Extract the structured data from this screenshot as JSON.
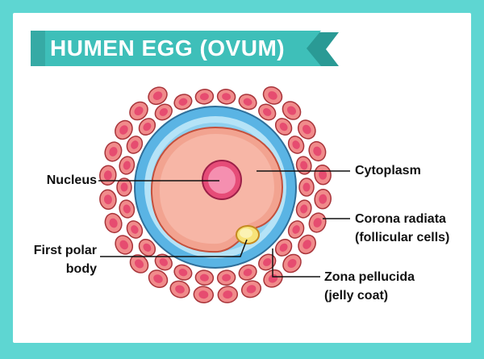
{
  "title": "HUMEN EGG (OVUM)",
  "labels": {
    "nucleus": "Nucleus",
    "cytoplasm": "Cytoplasm",
    "corona_line1": "Corona radiata",
    "corona_line2": "(follicular cells)",
    "polar_line1": "First polar",
    "polar_line2": "body",
    "zona_line1": "Zona pellucida",
    "zona_line2": "(jelly coat)"
  },
  "colors": {
    "frame": "#5ed6d2",
    "banner": "#3ebfb9",
    "banner_dark": "#2a9a95",
    "follicle_fill": "#f08b8b",
    "follicle_core": "#e64c70",
    "zona_outer": "#5ab4e4",
    "zona_inner": "#b5e3f7",
    "cytoplasm": "#f2a390",
    "nucleus": "#e64c78",
    "polar_body": "#f7e37a"
  }
}
